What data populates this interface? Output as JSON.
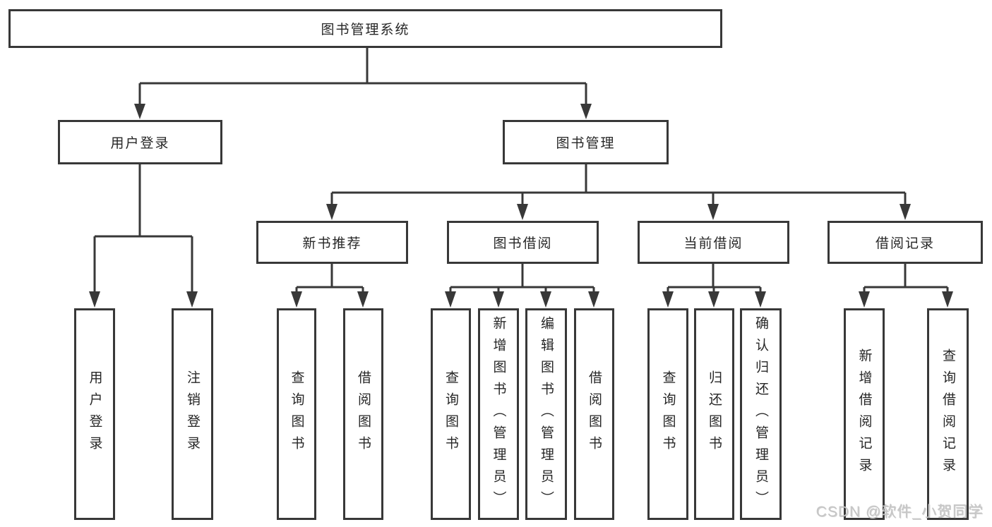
{
  "tree": {
    "label": "图书管理系统",
    "children": [
      {
        "label": "用户登录",
        "children": [
          {
            "label": "用户登录"
          },
          {
            "label": "注销登录"
          }
        ]
      },
      {
        "label": "图书管理",
        "children": [
          {
            "label": "新书推荐",
            "children": [
              {
                "label": "查询图书"
              },
              {
                "label": "借阅图书"
              }
            ]
          },
          {
            "label": "图书借阅",
            "children": [
              {
                "label": "查询图书"
              },
              {
                "label": "新增图书（管理员）"
              },
              {
                "label": "编辑图书（管理员）"
              },
              {
                "label": "借阅图书"
              }
            ]
          },
          {
            "label": "当前借阅",
            "children": [
              {
                "label": "查询图书"
              },
              {
                "label": "归还图书"
              },
              {
                "label": "确认归还（管理员）"
              }
            ]
          },
          {
            "label": "借阅记录",
            "children": [
              {
                "label": "新增借阅记录"
              },
              {
                "label": "查询借阅记录"
              }
            ]
          }
        ]
      }
    ]
  },
  "watermark": "CSDN @软件_小贺同学",
  "colors": {
    "line": "#383838",
    "text": "#262626",
    "background": "#ffffff",
    "watermark": "#c6c6c6"
  }
}
